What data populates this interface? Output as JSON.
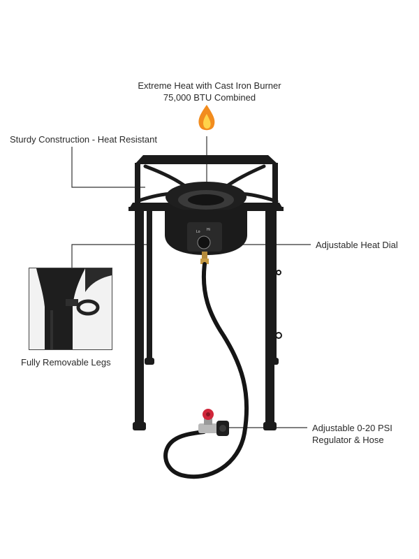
{
  "title": {
    "line1": "Extreme Heat with Cast Iron Burner",
    "line2": "75,000 BTU Combined"
  },
  "callouts": {
    "sturdy": "Sturdy Construction - Heat Resistant",
    "dial": "Adjustable Heat Dial",
    "legs": "Fully Removable Legs",
    "regulator_line1": "Adjustable 0-20 PSI",
    "regulator_line2": "Regulator & Hose"
  },
  "dial_marks": {
    "lo": "Lo",
    "hi": "Hi"
  },
  "colors": {
    "stove": "#1b1b1b",
    "flame_outer": "#f28c1e",
    "flame_inner": "#ffd34a",
    "valve_knob": "#d0263a",
    "callout_line": "#333333"
  },
  "icons": {
    "flame": "flame-icon"
  }
}
